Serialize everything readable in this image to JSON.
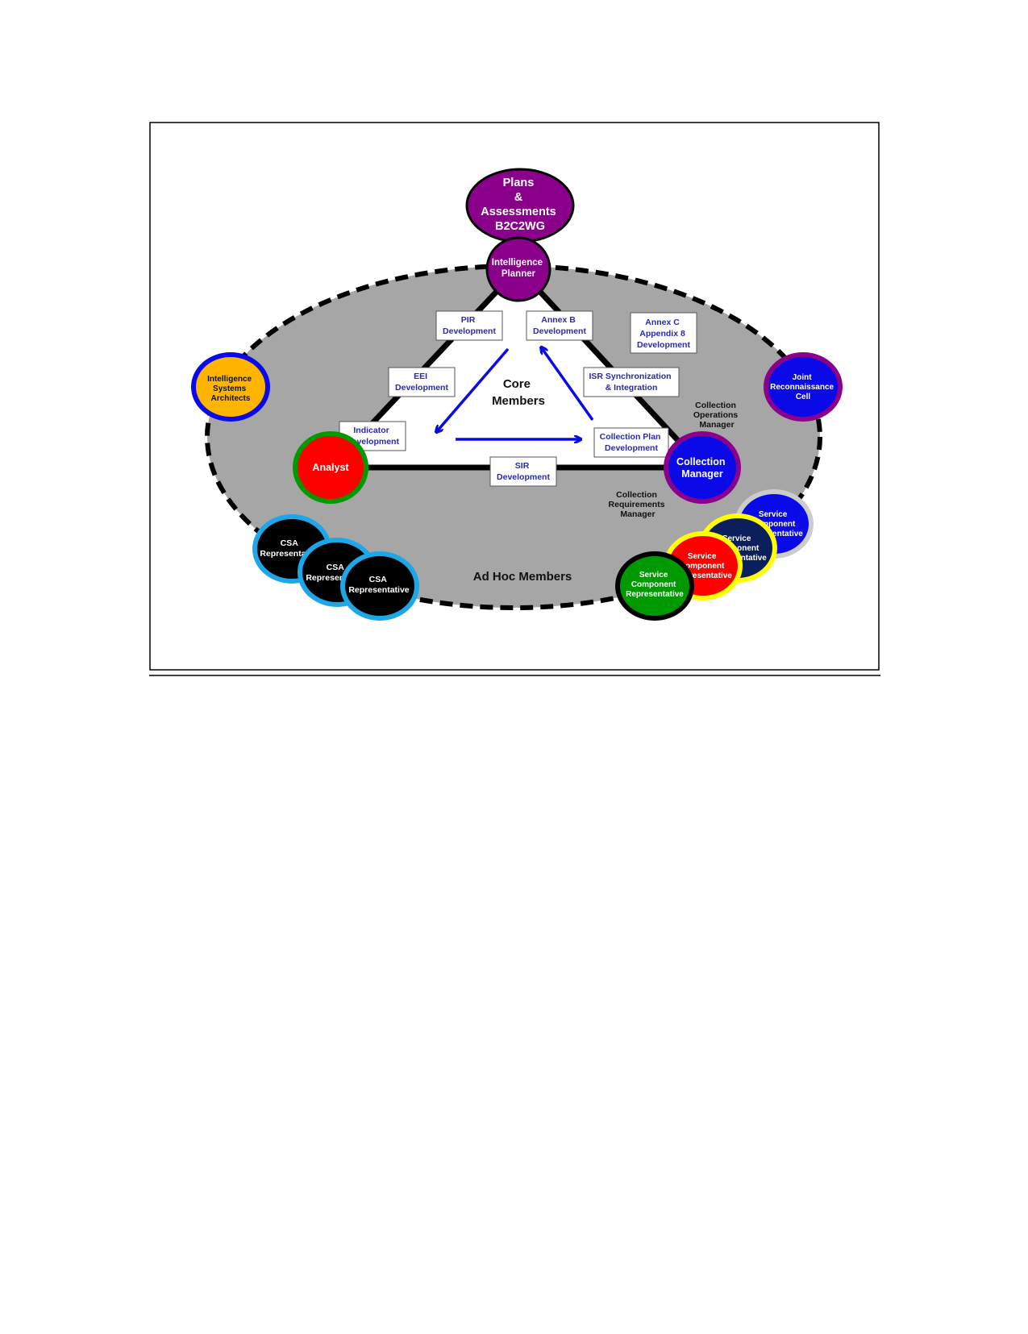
{
  "colors": {
    "purple": "#8b008b",
    "ad_hoc_gray": "#a6a6a6",
    "blue": "#0a0ae8",
    "navy": "#0b1f5c",
    "red": "#ff0000",
    "green": "#009a00",
    "gold": "#ffb400",
    "cyan": "#1ea7e8",
    "yellow": "#ffff00",
    "light_gray": "#cccccc",
    "box_text": "#2a2aa8"
  },
  "nodes": {
    "plans": [
      "Plans",
      "&",
      "Assessments",
      "B2C2WG"
    ],
    "intel_planner": [
      "Intelligence",
      "Planner"
    ],
    "analyst": [
      "Analyst"
    ],
    "collection_manager": [
      "Collection",
      "Manager"
    ],
    "isa": [
      "Intelligence",
      "Systems",
      "Architects"
    ],
    "jrc": [
      "Joint",
      "Reconnaissance",
      "Cell"
    ],
    "csa": [
      [
        "CSA",
        "Representative"
      ],
      [
        "CSA",
        "Representative"
      ],
      [
        "CSA",
        "Representative"
      ]
    ],
    "scr": [
      [
        "Service",
        "Component",
        "Representative"
      ],
      [
        "Service",
        "Component",
        "Representative"
      ],
      [
        "Service",
        "Component",
        "Representative"
      ],
      [
        "Service",
        "Component",
        "Representative"
      ]
    ]
  },
  "boxes": {
    "pir": [
      "PIR",
      "Development"
    ],
    "annex_b": [
      "Annex B",
      "Development"
    ],
    "annex_c": [
      "Annex C",
      "Appendix 8",
      "Development"
    ],
    "eei": [
      "EEI",
      "Development"
    ],
    "isr": [
      "ISR Synchronization",
      "& Integration"
    ],
    "indicator": [
      "Indicator",
      "Development"
    ],
    "collection_plan": [
      "Collection Plan",
      "Development"
    ],
    "sir": [
      "SIR",
      "Development"
    ]
  },
  "labels": {
    "core": [
      "Core",
      "Members"
    ],
    "ad_hoc": "Ad Hoc Members",
    "com": [
      "Collection",
      "Operations",
      "Manager"
    ],
    "crm": [
      "Collection",
      "Requirements",
      "Manager"
    ]
  }
}
